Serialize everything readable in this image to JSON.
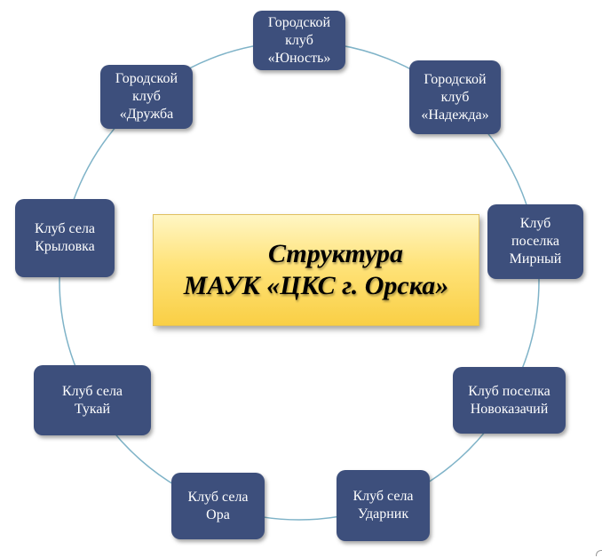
{
  "diagram": {
    "title_lines": [
      "Структура",
      "МАУК «ЦКС г. Орска»"
    ],
    "nodes": [
      {
        "id": "yunost",
        "label": "Городской\nклуб\n«Юность»"
      },
      {
        "id": "nadezhda",
        "label": "Городской\nклуб\n«Надежда»"
      },
      {
        "id": "mirny",
        "label": "Клуб\nпоселка\nМирный"
      },
      {
        "id": "novokazachiy",
        "label": "Клуб поселка\nНовоказачий"
      },
      {
        "id": "udarnik",
        "label": "Клуб села\nУдарник"
      },
      {
        "id": "ora",
        "label": "Клуб села\nОра"
      },
      {
        "id": "tukay",
        "label": "Клуб села\nТукай"
      },
      {
        "id": "krylovka",
        "label": "Клуб села\nКрыловка"
      },
      {
        "id": "druzhba",
        "label": "Городской\nклуб\n«Дружба"
      }
    ],
    "colors": {
      "node_fill": "#3d4f7c",
      "ring_stroke": "#7fb3c8",
      "center_fill": "#ffe37a"
    }
  }
}
